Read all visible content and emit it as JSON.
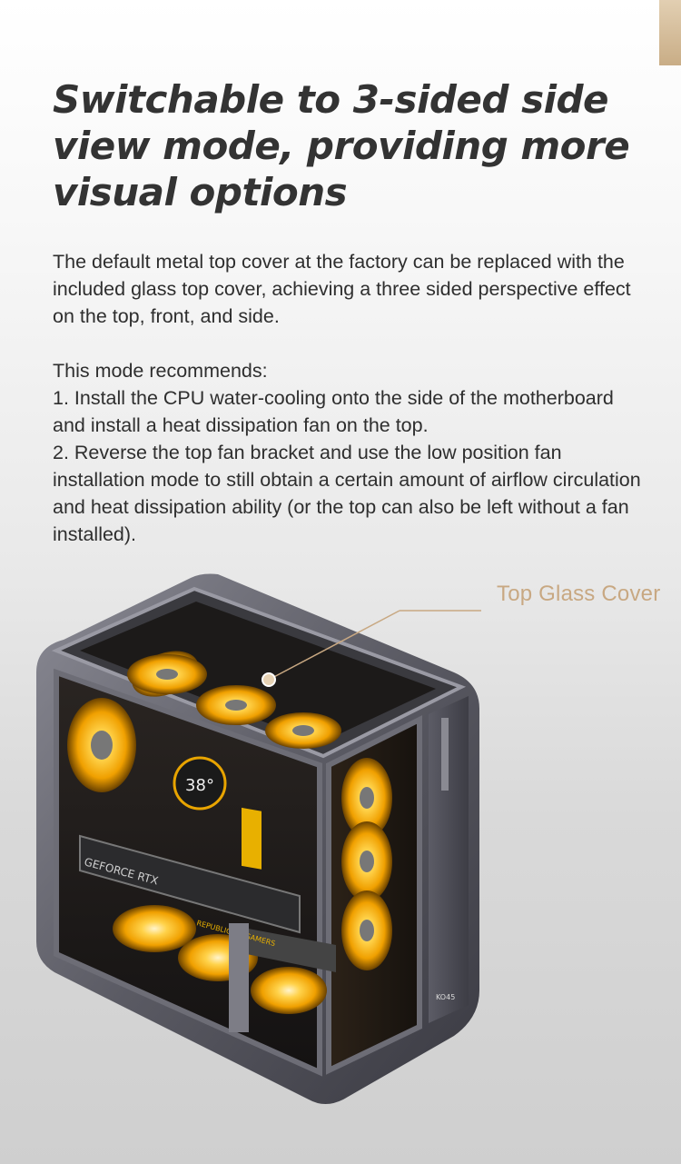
{
  "heading": "Switchable to 3-sided side view mode, providing more visual options",
  "intro": "The default metal top cover at the factory can be replaced with the included glass top cover, achieving a three sided perspective effect on the top, front, and side.",
  "mode_title": "This mode recommends:",
  "steps": [
    "1. Install the CPU water-cooling onto the side of the motherboard and install a heat dissipation fan on the top.",
    "2. Reverse the top fan bracket and use the low position fan installation mode to still obtain a certain amount of airflow circulation and heat dissipation ability (or the top can also be left without a fan installed)."
  ],
  "callout": {
    "label": "Top Glass Cover"
  },
  "product_labels": {
    "gpu": "GEFORCE RTX",
    "pump_display": "38°",
    "board": "REPUBLIC OF GAMERS",
    "io": "KO45"
  },
  "colors": {
    "heading": "#333333",
    "text": "#2e2e2e",
    "callout": "#c8a882",
    "fan_glow": "#ffb400",
    "chassis": "#4a4a52"
  },
  "icons": [
    "callout-dot-icon"
  ]
}
